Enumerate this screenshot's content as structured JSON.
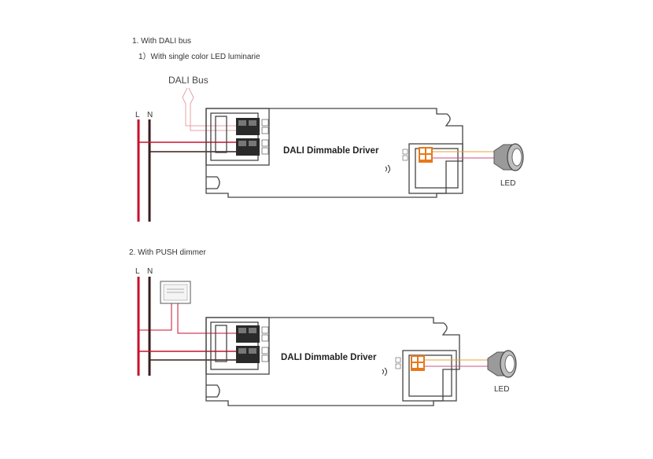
{
  "section1": {
    "title": "1. With DALI bus",
    "subtitle": "1）With single color LED luminarie",
    "bus_label": "DALI Bus",
    "line_label": "L",
    "neutral_label": "N",
    "driver_label": "DALI Dimmable Driver",
    "led_label": "LED"
  },
  "section2": {
    "title": "2. With PUSH dimmer",
    "line_label": "L",
    "neutral_label": "N",
    "driver_label": "DALI Dimmable Driver",
    "led_label": "LED"
  },
  "colors": {
    "line_wire": "#c8102e",
    "neutral_wire": "#3a1e1e",
    "bus_wire": "#e8a0a8",
    "led_plus": "#e8a040",
    "led_minus": "#d05080"
  }
}
